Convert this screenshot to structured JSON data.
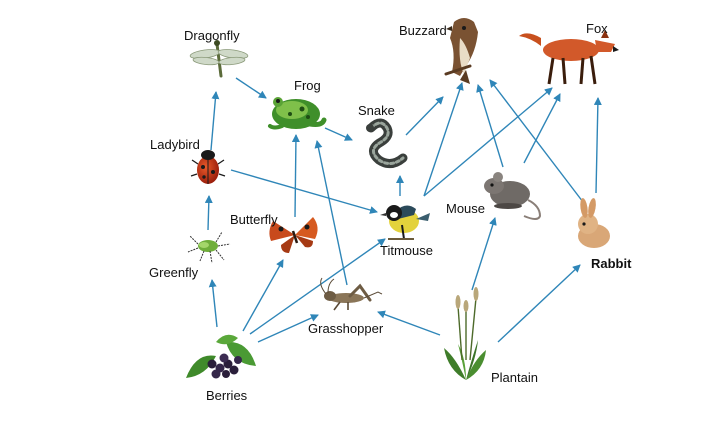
{
  "colors": {
    "arrow": "#2f86b8",
    "text": "#111111",
    "background": "#ffffff"
  },
  "organisms": [
    {
      "id": "dragonfly",
      "label": "Dragonfly",
      "icon": "dragonfly-icon"
    },
    {
      "id": "frog",
      "label": "Frog",
      "icon": "frog-icon"
    },
    {
      "id": "buzzard",
      "label": "Buzzard",
      "icon": "buzzard-icon"
    },
    {
      "id": "fox",
      "label": "Fox",
      "icon": "fox-icon"
    },
    {
      "id": "snake",
      "label": "Snake",
      "icon": "snake-icon"
    },
    {
      "id": "ladybird",
      "label": "Ladybird",
      "icon": "ladybird-icon"
    },
    {
      "id": "mouse",
      "label": "Mouse",
      "icon": "mouse-icon"
    },
    {
      "id": "butterfly",
      "label": "Butterfly",
      "icon": "butterfly-icon"
    },
    {
      "id": "titmouse",
      "label": "Titmouse",
      "icon": "titmouse-icon"
    },
    {
      "id": "rabbit",
      "label": "Rabbit",
      "icon": "rabbit-icon"
    },
    {
      "id": "greenfly",
      "label": "Greenfly",
      "icon": "greenfly-icon"
    },
    {
      "id": "grasshopper",
      "label": "Grasshopper",
      "icon": "grasshopper-icon"
    },
    {
      "id": "plantain",
      "label": "Plantain",
      "icon": "plantain-icon"
    },
    {
      "id": "berries",
      "label": "Berries",
      "icon": "berries-icon"
    }
  ],
  "links": [
    {
      "from": "berries",
      "to": "greenfly"
    },
    {
      "from": "berries",
      "to": "butterfly"
    },
    {
      "from": "berries",
      "to": "titmouse"
    },
    {
      "from": "berries",
      "to": "grasshopper"
    },
    {
      "from": "greenfly",
      "to": "ladybird"
    },
    {
      "from": "ladybird",
      "to": "dragonfly"
    },
    {
      "from": "ladybird",
      "to": "titmouse"
    },
    {
      "from": "dragonfly",
      "to": "frog"
    },
    {
      "from": "butterfly",
      "to": "frog"
    },
    {
      "from": "grasshopper",
      "to": "frog"
    },
    {
      "from": "frog",
      "to": "snake"
    },
    {
      "from": "snake",
      "to": "buzzard"
    },
    {
      "from": "titmouse",
      "to": "snake"
    },
    {
      "from": "titmouse",
      "to": "buzzard"
    },
    {
      "from": "titmouse",
      "to": "fox"
    },
    {
      "from": "mouse",
      "to": "buzzard"
    },
    {
      "from": "mouse",
      "to": "fox"
    },
    {
      "from": "rabbit",
      "to": "buzzard"
    },
    {
      "from": "rabbit",
      "to": "fox"
    },
    {
      "from": "plantain",
      "to": "grasshopper"
    },
    {
      "from": "plantain",
      "to": "mouse"
    },
    {
      "from": "plantain",
      "to": "rabbit"
    }
  ]
}
